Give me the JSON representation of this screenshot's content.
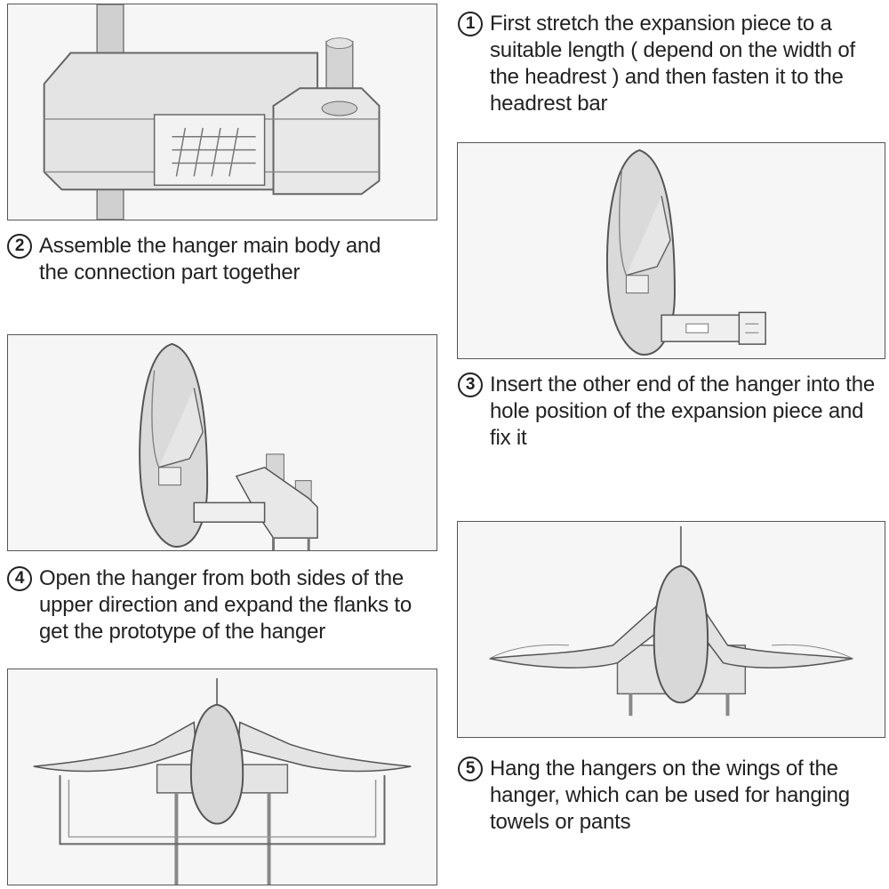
{
  "steps": [
    {
      "number": "1",
      "text": "First stretch the expansion piece to a suitable length ( depend on the width of the headrest ) and then fasten it to the headrest bar"
    },
    {
      "number": "2",
      "text": "Assemble the hanger main body and the connection part together"
    },
    {
      "number": "3",
      "text": "Insert the other end of the hanger into the hole position of the expansion piece and fix it"
    },
    {
      "number": "4",
      "text": "Open the hanger from both sides of the upper direction and expand the flanks to get the prototype of the hanger"
    },
    {
      "number": "5",
      "text": "Hang the hangers on the wings of the hanger, which can be used for hanging towels or pants"
    }
  ]
}
